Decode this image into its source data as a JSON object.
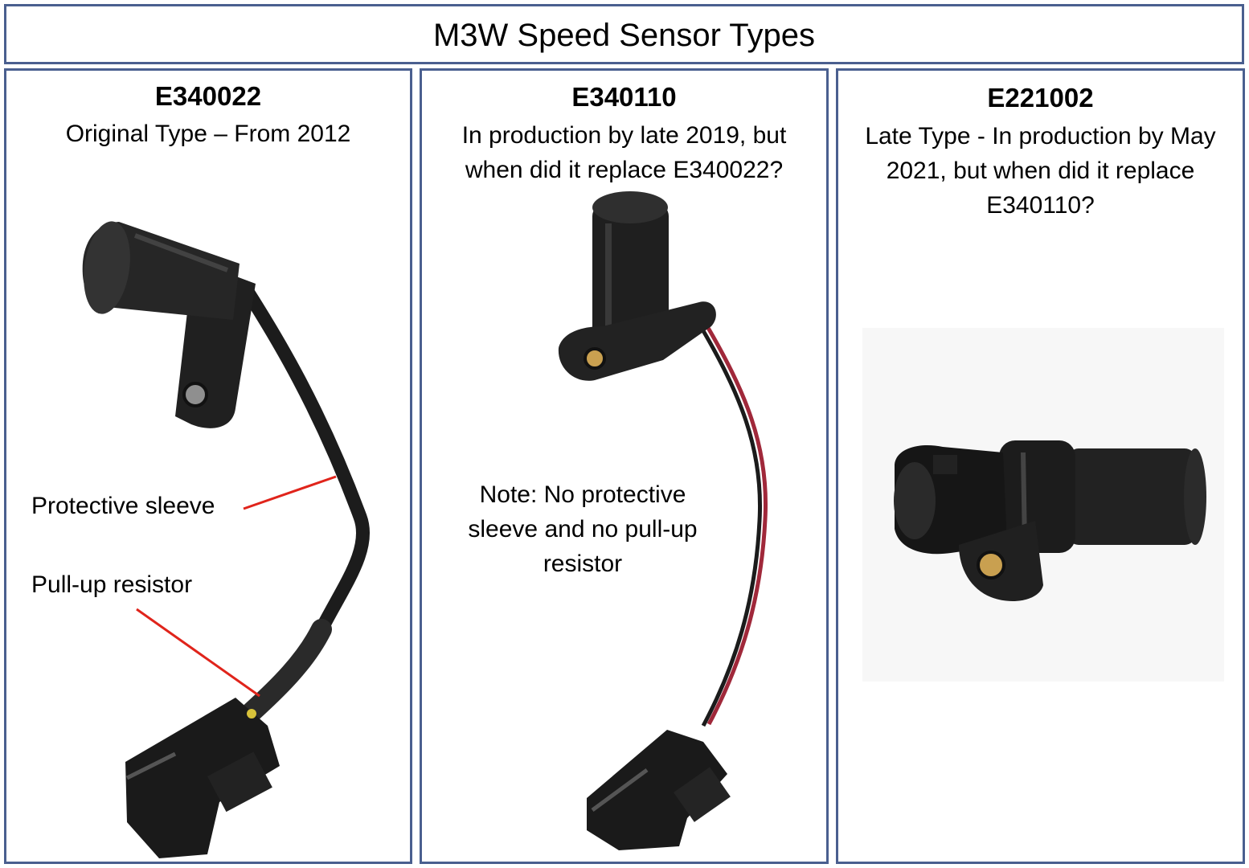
{
  "title": "M3W Speed Sensor Types",
  "panels": [
    {
      "code": "E340022",
      "description": "Original Type – From 2012",
      "annotations": {
        "protective_sleeve": "Protective sleeve",
        "pull_up_resistor": "Pull-up resistor"
      }
    },
    {
      "code": "E340110",
      "description": "In production by late 2019, but when did it replace E340022?",
      "note": "Note: No protective sleeve and no pull-up resistor"
    },
    {
      "code": "E221002",
      "description": "Late Type - In production by May 2021, but when did it replace E340110?"
    }
  ],
  "colors": {
    "frame": "#4a5f8f",
    "pointer": "#e0241b",
    "sensor_body": "#1c1c1c",
    "brass": "#c9a050",
    "red_wire": "#a0283a"
  }
}
